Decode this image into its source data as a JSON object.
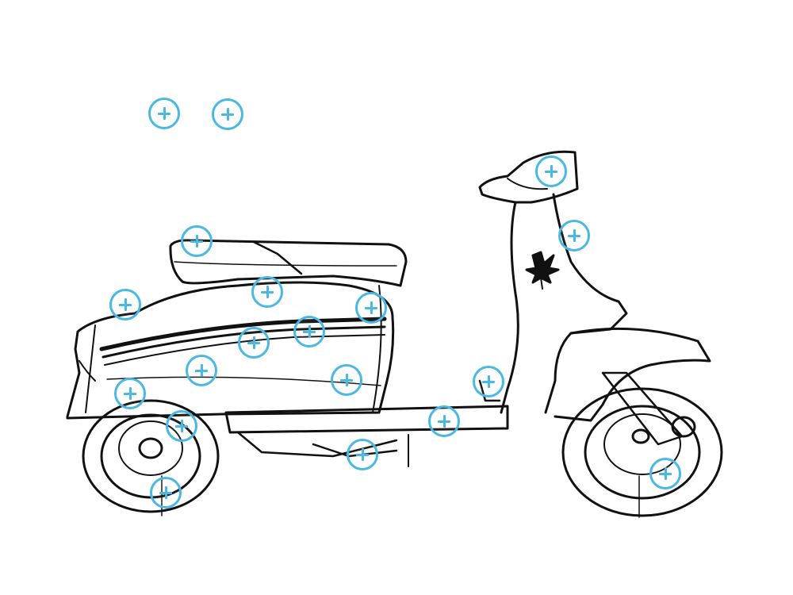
{
  "illustration": {
    "subject": "scooter-line-drawing",
    "line_color": "#111111",
    "hotspot_color": "#4bb8e4",
    "hotspot_icon": "plus-icon"
  },
  "hotspots": [
    {
      "id": "hotspot-1"
    },
    {
      "id": "hotspot-2"
    },
    {
      "id": "hotspot-3"
    },
    {
      "id": "hotspot-4"
    },
    {
      "id": "hotspot-5"
    },
    {
      "id": "hotspot-6"
    },
    {
      "id": "hotspot-7"
    },
    {
      "id": "hotspot-8"
    },
    {
      "id": "hotspot-9"
    },
    {
      "id": "hotspot-10"
    },
    {
      "id": "hotspot-11"
    },
    {
      "id": "hotspot-12"
    },
    {
      "id": "hotspot-13"
    },
    {
      "id": "hotspot-14"
    },
    {
      "id": "hotspot-15"
    },
    {
      "id": "hotspot-16"
    },
    {
      "id": "hotspot-17"
    },
    {
      "id": "hotspot-18"
    },
    {
      "id": "hotspot-19"
    },
    {
      "id": "hotspot-20"
    }
  ]
}
